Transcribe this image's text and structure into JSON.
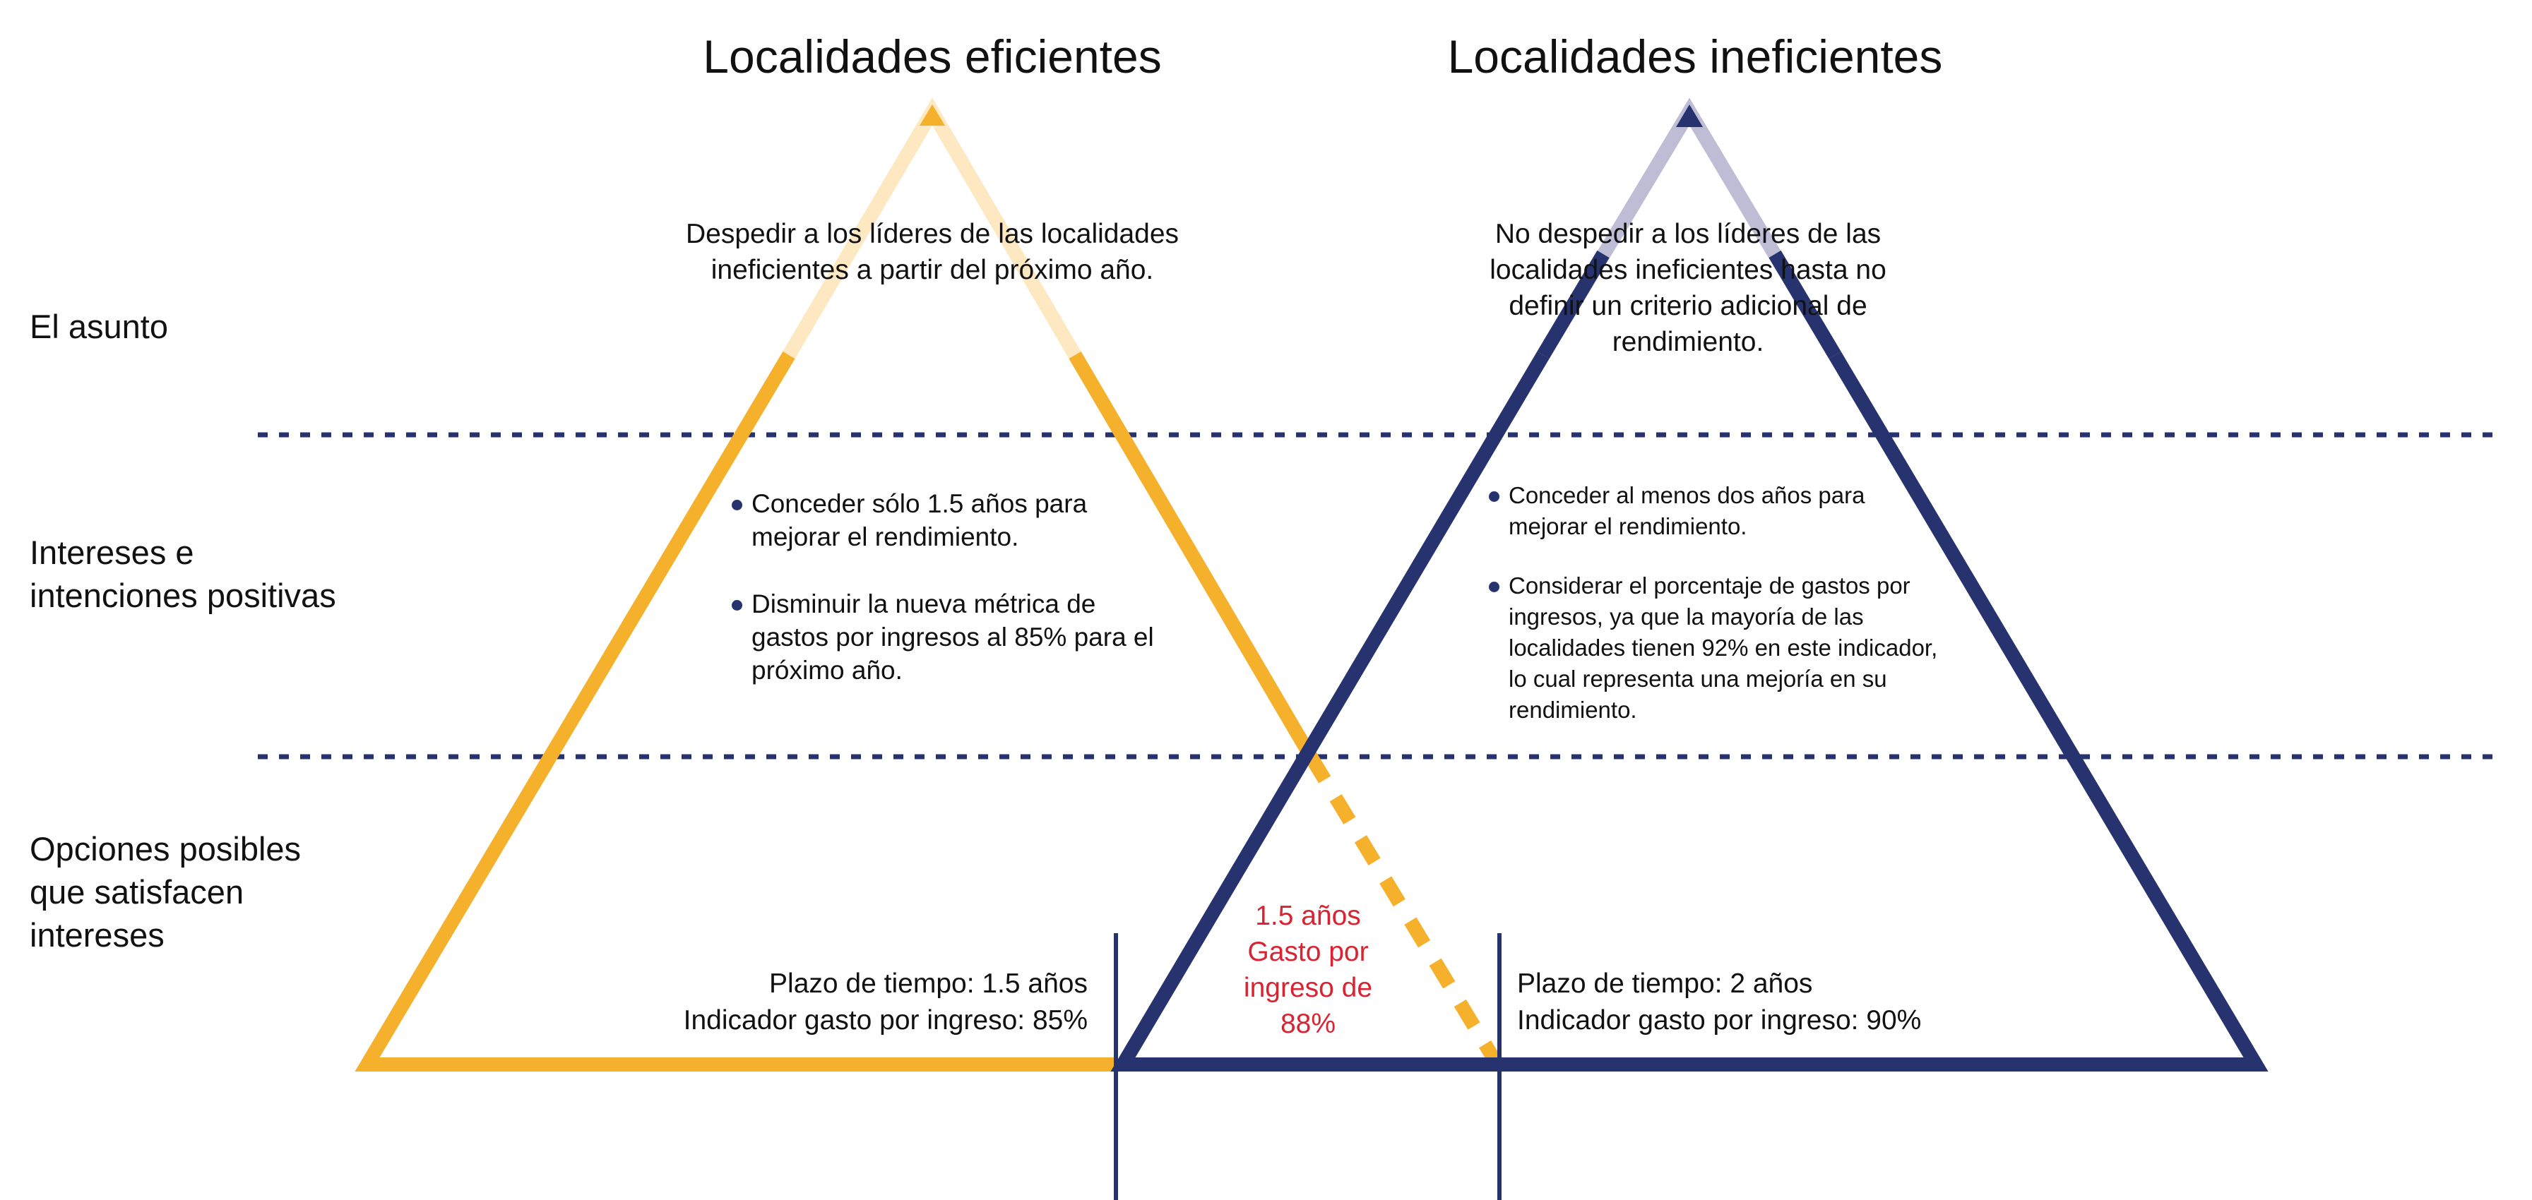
{
  "colors": {
    "efficient": "#f5b12c",
    "efficient_faded": "#fde8c2",
    "inefficient": "#27336f",
    "inefficient_faded": "#bfbcd6",
    "divider": "#27336f",
    "compromise_text": "#d92332"
  },
  "titles": {
    "efficient": "Localidades eficientes",
    "inefficient": "Localidades ineficientes"
  },
  "rows": {
    "issue": "El asunto",
    "interests_line1": "Intereses e",
    "interests_line2": "intenciones positivas",
    "options_line1": "Opciones posibles",
    "options_line2": "que satisfacen",
    "options_line3": "intereses"
  },
  "efficient": {
    "issue": "Despedir a los líderes de las localidades ineficientes a partir del próximo año.",
    "interests": [
      "Conceder sólo 1.5 años para mejorar el rendimiento.",
      "Disminuir la nueva métrica de gastos por ingresos al 85% para el próximo año."
    ],
    "option_line1": "Plazo de tiempo: 1.5 años",
    "option_line2": "Indicador gasto por ingreso: 85%"
  },
  "inefficient": {
    "issue": "No despedir a los líderes de las localidades ineficientes hasta no definir un criterio adicional de rendimiento.",
    "interests": [
      "Conceder al menos dos años para mejorar el rendimiento.",
      "Considerar el porcentaje de gastos por ingresos, ya que la mayoría de las localidades tienen 92% en este indicador, lo cual representa una mejoría en su rendimiento."
    ],
    "option_line1": "Plazo de tiempo: 2 años",
    "option_line2": "Indicador gasto por ingreso: 90%"
  },
  "compromise": {
    "line1": "1.5 años",
    "line2": "Gasto por",
    "line3": "ingreso de",
    "line4": "88%"
  }
}
